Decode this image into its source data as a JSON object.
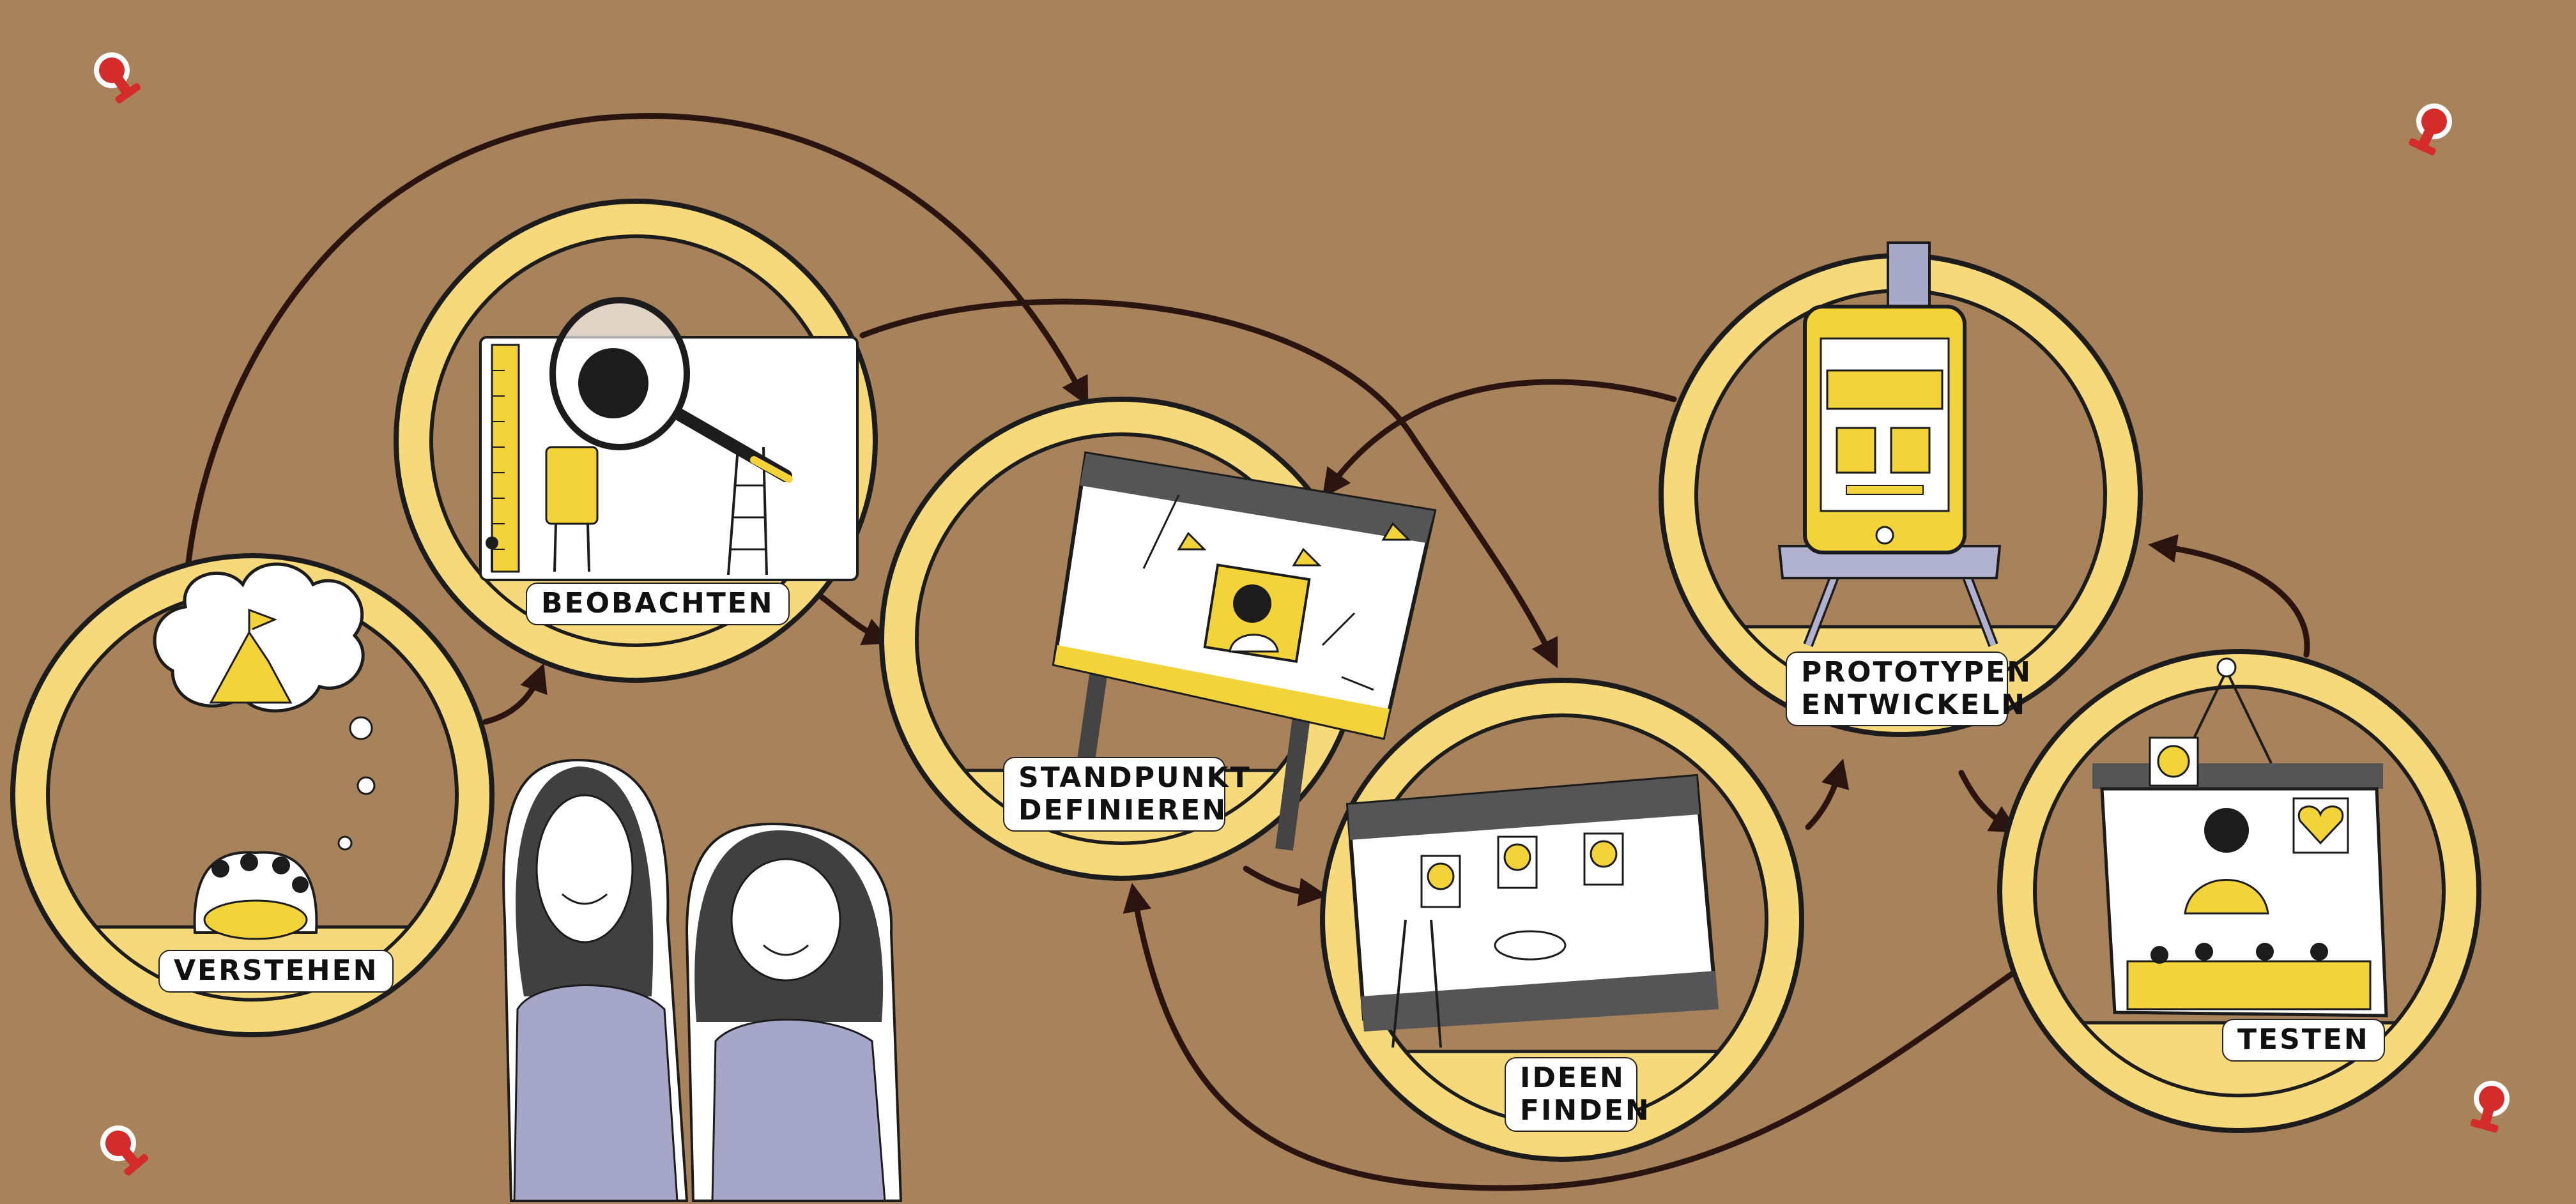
{
  "stages": [
    {
      "id": "verstehen",
      "label": "VERSTEHEN"
    },
    {
      "id": "beobachten",
      "label": "BEOBACHTEN"
    },
    {
      "id": "standpunkt",
      "label": "STANDPUNKT DEFINIEREN"
    },
    {
      "id": "ideen",
      "label": "IDEEN FINDEN"
    },
    {
      "id": "prototypen",
      "label": "PROTOTYPEN ENTWICKELN"
    },
    {
      "id": "testen",
      "label": "TESTEN"
    }
  ],
  "colors": {
    "cardboard": "#a8825a",
    "ring": "#f5d97a",
    "ring_edge": "#1c1c1c",
    "arrow": "#2a1410",
    "pin": "#d42b2b",
    "accent": "#f2d43a"
  }
}
